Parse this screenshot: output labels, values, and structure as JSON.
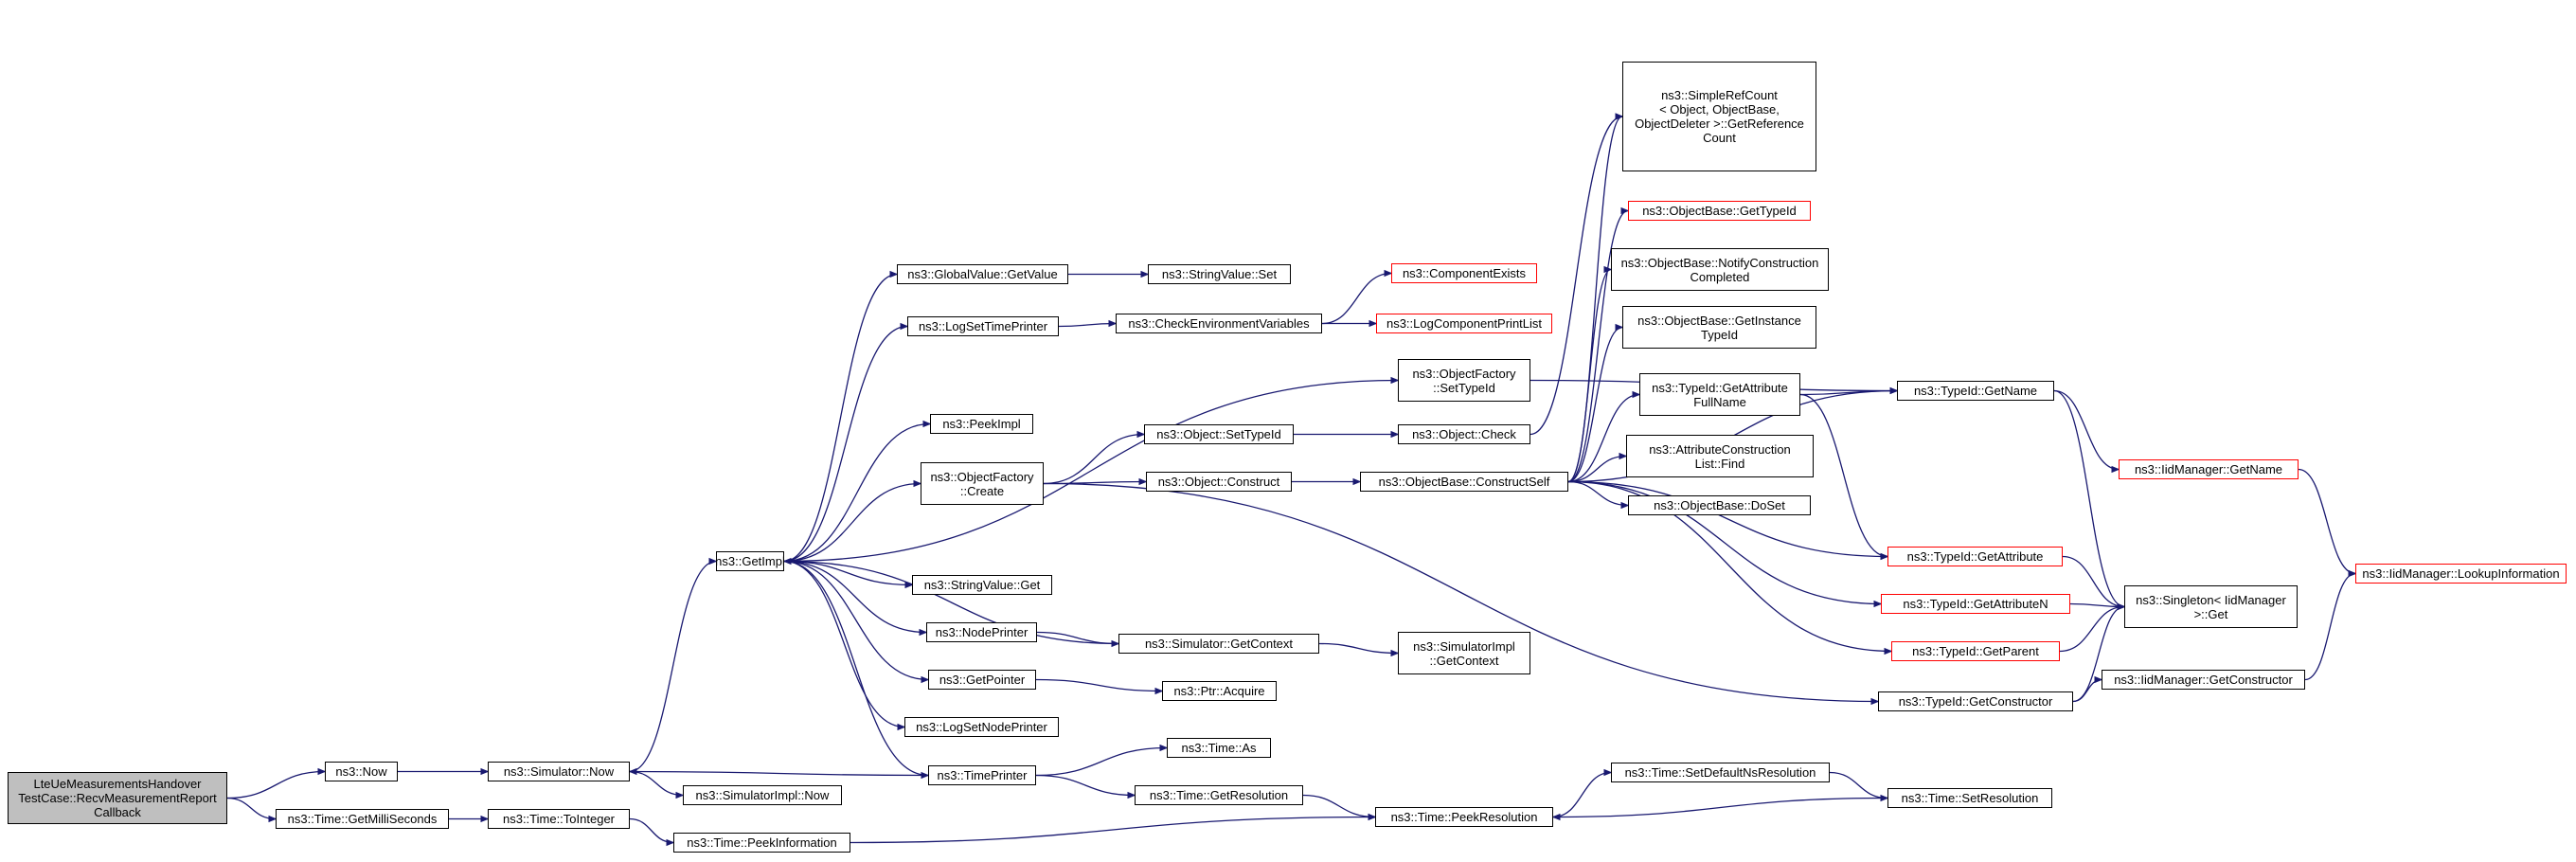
{
  "graph": {
    "colors": {
      "edge": "#191970",
      "border": "#000000",
      "border_unresolved": "#ff0000",
      "root_fill": "#bfbfbf",
      "background": "#ffffff"
    },
    "nodes": [
      {
        "id": "root",
        "label": "LteUeMeasurementsHandover\nTestCase::RecvMeasurementReport\nCallback",
        "style": "root"
      },
      {
        "id": "now",
        "label": "ns3::Now",
        "style": "normal"
      },
      {
        "id": "getms",
        "label": "ns3::Time::GetMilliSeconds",
        "style": "normal"
      },
      {
        "id": "simnow",
        "label": "ns3::Simulator::Now",
        "style": "normal"
      },
      {
        "id": "toint",
        "label": "ns3::Time::ToInteger",
        "style": "normal"
      },
      {
        "id": "getimpl",
        "label": "ns3::GetImpl",
        "style": "normal"
      },
      {
        "id": "simimplnow",
        "label": "ns3::SimulatorImpl::Now",
        "style": "normal"
      },
      {
        "id": "peekinfo",
        "label": "ns3::Time::PeekInformation",
        "style": "normal"
      },
      {
        "id": "gvgetvalue",
        "label": "ns3::GlobalValue::GetValue",
        "style": "normal"
      },
      {
        "id": "logsettp",
        "label": "ns3::LogSetTimePrinter",
        "style": "normal"
      },
      {
        "id": "peekimpl",
        "label": "ns3::PeekImpl",
        "style": "normal"
      },
      {
        "id": "ofcreate",
        "label": "ns3::ObjectFactory\n::Create",
        "style": "normal"
      },
      {
        "id": "svget",
        "label": "ns3::StringValue::Get",
        "style": "normal"
      },
      {
        "id": "nodeprinter",
        "label": "ns3::NodePrinter",
        "style": "normal"
      },
      {
        "id": "getpointer",
        "label": "ns3::GetPointer",
        "style": "normal"
      },
      {
        "id": "logsetnp",
        "label": "ns3::LogSetNodePrinter",
        "style": "normal"
      },
      {
        "id": "timeprinter",
        "label": "ns3::TimePrinter",
        "style": "normal"
      },
      {
        "id": "svset",
        "label": "ns3::StringValue::Set",
        "style": "normal"
      },
      {
        "id": "checkenv",
        "label": "ns3::CheckEnvironmentVariables",
        "style": "normal"
      },
      {
        "id": "objsettid",
        "label": "ns3::Object::SetTypeId",
        "style": "normal"
      },
      {
        "id": "objconstruct",
        "label": "ns3::Object::Construct",
        "style": "normal"
      },
      {
        "id": "simgetctx",
        "label": "ns3::Simulator::GetContext",
        "style": "normal"
      },
      {
        "id": "ptracquire",
        "label": "ns3::Ptr::Acquire",
        "style": "normal"
      },
      {
        "id": "timeas",
        "label": "ns3::Time::As",
        "style": "normal"
      },
      {
        "id": "getres",
        "label": "ns3::Time::GetResolution",
        "style": "normal"
      },
      {
        "id": "compexists",
        "label": "ns3::ComponentExists",
        "style": "red"
      },
      {
        "id": "logcpl",
        "label": "ns3::LogComponentPrintList",
        "style": "red"
      },
      {
        "id": "ofsettid",
        "label": "ns3::ObjectFactory\n::SetTypeId",
        "style": "normal"
      },
      {
        "id": "objcheck",
        "label": "ns3::Object::Check",
        "style": "normal"
      },
      {
        "id": "obconstructself",
        "label": "ns3::ObjectBase::ConstructSelf",
        "style": "normal"
      },
      {
        "id": "simimplgetctx",
        "label": "ns3::SimulatorImpl\n::GetContext",
        "style": "normal"
      },
      {
        "id": "peekres",
        "label": "ns3::Time::PeekResolution",
        "style": "normal"
      },
      {
        "id": "simplerefcount",
        "label": "ns3::SimpleRefCount\n< Object, ObjectBase,\nObjectDeleter >::GetReference\nCount",
        "style": "normal"
      },
      {
        "id": "obgettid",
        "label": "ns3::ObjectBase::GetTypeId",
        "style": "red"
      },
      {
        "id": "obnotify",
        "label": "ns3::ObjectBase::NotifyConstruction\nCompleted",
        "style": "normal"
      },
      {
        "id": "obgetinst",
        "label": "ns3::ObjectBase::GetInstance\nTypeId",
        "style": "normal"
      },
      {
        "id": "tidgetattrfull",
        "label": "ns3::TypeId::GetAttribute\nFullName",
        "style": "normal"
      },
      {
        "id": "acl",
        "label": "ns3::AttributeConstruction\nList::Find",
        "style": "normal"
      },
      {
        "id": "obdoset",
        "label": "ns3::ObjectBase::DoSet",
        "style": "normal"
      },
      {
        "id": "tidgetattr",
        "label": "ns3::TypeId::GetAttribute",
        "style": "red"
      },
      {
        "id": "tidgetattrn",
        "label": "ns3::TypeId::GetAttributeN",
        "style": "red"
      },
      {
        "id": "tidgetparent",
        "label": "ns3::TypeId::GetParent",
        "style": "red"
      },
      {
        "id": "tidgetctor",
        "label": "ns3::TypeId::GetConstructor",
        "style": "normal"
      },
      {
        "id": "setdefres",
        "label": "ns3::Time::SetDefaultNsResolution",
        "style": "normal"
      },
      {
        "id": "setres",
        "label": "ns3::Time::SetResolution",
        "style": "normal"
      },
      {
        "id": "tidgetname",
        "label": "ns3::TypeId::GetName",
        "style": "normal"
      },
      {
        "id": "singleton",
        "label": "ns3::Singleton< IidManager\n>::Get",
        "style": "normal"
      },
      {
        "id": "iidgetctor",
        "label": "ns3::IidManager::GetConstructor",
        "style": "normal"
      },
      {
        "id": "iidgetname",
        "label": "ns3::IidManager::GetName",
        "style": "red"
      },
      {
        "id": "iidlookup",
        "label": "ns3::IidManager::LookupInformation",
        "style": "red"
      }
    ],
    "edges": [
      [
        "root",
        "now"
      ],
      [
        "root",
        "getms"
      ],
      [
        "now",
        "simnow"
      ],
      [
        "getms",
        "toint"
      ],
      [
        "simnow",
        "getimpl"
      ],
      [
        "simnow",
        "simimplnow"
      ],
      [
        "toint",
        "peekinfo"
      ],
      [
        "getimpl",
        "gvgetvalue"
      ],
      [
        "getimpl",
        "logsettp"
      ],
      [
        "getimpl",
        "ofsettid"
      ],
      [
        "getimpl",
        "peekimpl"
      ],
      [
        "getimpl",
        "ofcreate"
      ],
      [
        "getimpl",
        "svget"
      ],
      [
        "getimpl",
        "nodeprinter"
      ],
      [
        "getimpl",
        "getpointer"
      ],
      [
        "getimpl",
        "logsetnp"
      ],
      [
        "getimpl",
        "timeprinter"
      ],
      [
        "gvgetvalue",
        "svset"
      ],
      [
        "logsettp",
        "checkenv"
      ],
      [
        "checkenv",
        "compexists"
      ],
      [
        "checkenv",
        "logcpl"
      ],
      [
        "ofcreate",
        "objsettid"
      ],
      [
        "ofcreate",
        "objconstruct"
      ],
      [
        "ofcreate",
        "tidgetctor"
      ],
      [
        "objsettid",
        "objcheck"
      ],
      [
        "objconstruct",
        "obconstructself"
      ],
      [
        "nodeprinter",
        "simgetctx"
      ],
      [
        "simgetctx",
        "getimpl"
      ],
      [
        "simgetctx",
        "simimplgetctx"
      ],
      [
        "getpointer",
        "ptracquire"
      ],
      [
        "timeprinter",
        "simnow"
      ],
      [
        "timeprinter",
        "timeas"
      ],
      [
        "timeprinter",
        "getres"
      ],
      [
        "getres",
        "peekres"
      ],
      [
        "peekinfo",
        "peekres"
      ],
      [
        "ofsettid",
        "tidgetname"
      ],
      [
        "obconstructself",
        "simplerefcount"
      ],
      [
        "obconstructself",
        "obgettid"
      ],
      [
        "obconstructself",
        "obnotify"
      ],
      [
        "obconstructself",
        "obgetinst"
      ],
      [
        "obconstructself",
        "tidgetattrfull"
      ],
      [
        "obconstructself",
        "acl"
      ],
      [
        "obconstructself",
        "obdoset"
      ],
      [
        "obconstructself",
        "tidgetattr"
      ],
      [
        "obconstructself",
        "tidgetattrn"
      ],
      [
        "obconstructself",
        "tidgetparent"
      ],
      [
        "obconstructself",
        "tidgetname"
      ],
      [
        "objcheck",
        "simplerefcount"
      ],
      [
        "tidgetattrfull",
        "tidgetname"
      ],
      [
        "tidgetattrfull",
        "tidgetattr"
      ],
      [
        "tidgetattr",
        "singleton"
      ],
      [
        "tidgetattrn",
        "singleton"
      ],
      [
        "tidgetparent",
        "singleton"
      ],
      [
        "tidgetctor",
        "singleton"
      ],
      [
        "tidgetctor",
        "iidgetctor"
      ],
      [
        "peekres",
        "setdefres"
      ],
      [
        "setdefres",
        "setres"
      ],
      [
        "setres",
        "peekres"
      ],
      [
        "tidgetname",
        "singleton"
      ],
      [
        "tidgetname",
        "iidgetname"
      ],
      [
        "iidgetname",
        "iidlookup"
      ],
      [
        "iidgetctor",
        "iidlookup"
      ]
    ]
  }
}
